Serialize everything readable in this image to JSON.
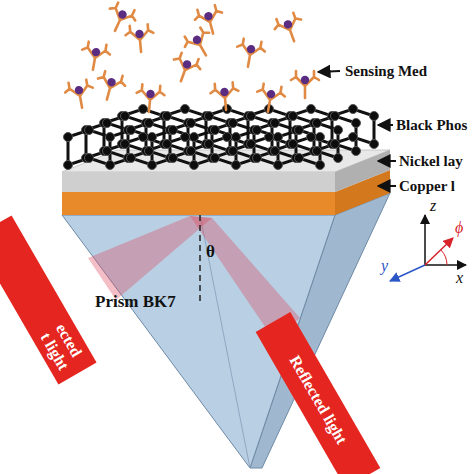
{
  "diagram": {
    "nodes": [
      {
        "text": [
          "ected t light"
        ]
      },
      {
        "text": [
          "Prism BK7"
        ]
      },
      {
        "text": [
          "Reflected light"
        ]
      }
    ],
    "labels": [
      "Sensing Med",
      "Black Phos",
      "Nickel lay",
      "Copper l",
      "θ",
      "z",
      "y",
      "x",
      "ϕ"
    ]
  }
}
